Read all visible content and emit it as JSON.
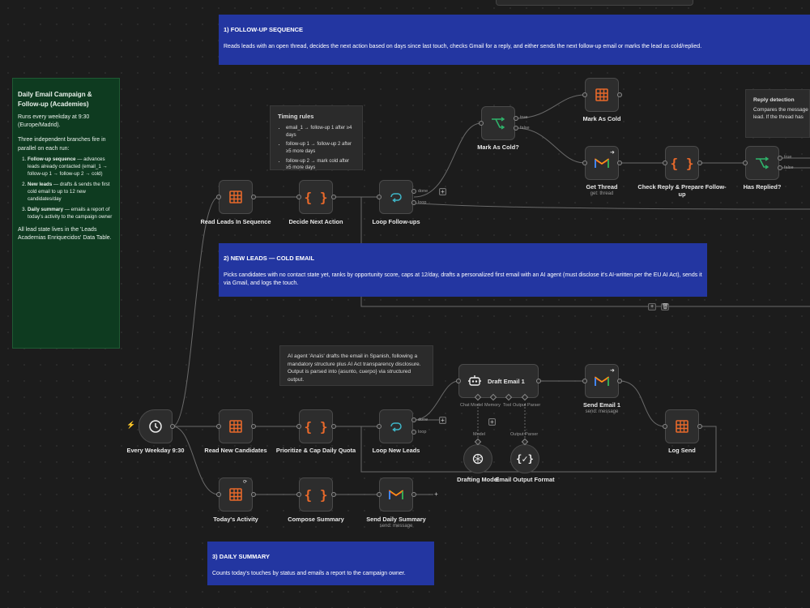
{
  "stickies": {
    "follow": {
      "title": "1) FOLLOW-UP SEQUENCE",
      "body": "Reads leads with an open thread, decides the next action based on days since last touch, checks Gmail for a reply, and either sends the next follow-up email or marks the lead as cold/replied."
    },
    "newleads": {
      "title": "2) NEW LEADS — COLD EMAIL",
      "body": "Picks candidates with no contact state yet, ranks by opportunity score, caps at 12/day, drafts a personalized first email with an AI agent (must disclose it's AI-written per the EU AI Act), sends it via Gmail, and logs the touch."
    },
    "summary": {
      "title": "3) DAILY SUMMARY",
      "body": "Counts today's touches by status and emails a report to the campaign owner."
    },
    "main": {
      "title": "Daily Email Campaign & Follow-up (Academies)",
      "p1": "Runs every weekday at 9:30 (Europe/Madrid).",
      "p2": "Three independent branches fire in parallel on each run:",
      "items": [
        {
          "bold": "Follow-up sequence",
          "text": " — advances leads already contacted (email_1 → follow-up 1 → follow-up 2 → cold)"
        },
        {
          "bold": "New leads",
          "text": " — drafts & sends the first cold email to up to 12 new candidates/day"
        },
        {
          "bold": "Daily summary",
          "text": " — emails a report of today's activity to the campaign owner"
        }
      ],
      "p3": "All lead state lives in the 'Leads Academias Enriquecidos' Data Table."
    },
    "timing": {
      "title": "Timing rules",
      "items": [
        "email_1 → follow-up 1 after ≥4 days",
        "follow-up 1 → follow-up 2 after ≥5 more days",
        "follow-up 2 → mark cold after ≥5 more days"
      ]
    },
    "agent": {
      "body": "AI agent 'Anaïs' drafts the email in Spanish, following a mandatory structure plus AI Act transparency disclosure. Output is parsed into {asunto, cuerpo} via structured output."
    },
    "reply": {
      "title": "Reply detection",
      "body": "Compares the message count lead. If the thread has"
    }
  },
  "nodes": {
    "trigger": {
      "label": "Every Weekday 9:30"
    },
    "readSeq": {
      "label": "Read Leads In Sequence"
    },
    "decide": {
      "label": "Decide Next Action"
    },
    "loopFollow": {
      "label": "Loop Follow-ups"
    },
    "markCold": {
      "label": "Mark As Cold?"
    },
    "markAsCold": {
      "label": "Mark As Cold"
    },
    "getThread": {
      "label": "Get Thread",
      "sub": "get: thread"
    },
    "checkReply": {
      "label": "Check Reply & Prepare Follow-up"
    },
    "hasReplied": {
      "label": "Has Replied?"
    },
    "readNew": {
      "label": "Read New Candidates"
    },
    "prioritize": {
      "label": "Prioritize & Cap Daily Quota"
    },
    "loopNew": {
      "label": "Loop New Leads"
    },
    "draft": {
      "label": "Draft Email 1"
    },
    "sendEmail": {
      "label": "Send Email 1",
      "sub": "send: message"
    },
    "logSend": {
      "label": "Log Send"
    },
    "draftingModel": {
      "label": "Drafting Model"
    },
    "outputFormat": {
      "label": "Email Output Format"
    },
    "todays": {
      "label": "Today's Activity"
    },
    "compose": {
      "label": "Compose Summary"
    },
    "sendDaily": {
      "label": "Send Daily Summary",
      "sub": "send: message"
    }
  },
  "ports": {
    "true": "true",
    "false": "false",
    "done": "done",
    "loop": "loop",
    "chatModel": "Chat Model",
    "memory": "Memory",
    "tool": "Tool",
    "outputParser": "Output Parser",
    "model": "Model",
    "outputParserBottom": "Output Parser"
  },
  "icons": {
    "table": "table-icon",
    "code": "code-braces-icon",
    "loop": "loop-icon",
    "if": "branch-if-icon",
    "gmail": "gmail-icon",
    "clock": "clock-icon",
    "robot": "robot-icon",
    "openai": "openai-icon",
    "parser": "output-parser-icon"
  },
  "colors": {
    "accent_orange": "#e8692b",
    "if_green": "#2fb36b",
    "sticky_blue": "#2336a1",
    "sticky_green": "#0e3b20"
  }
}
